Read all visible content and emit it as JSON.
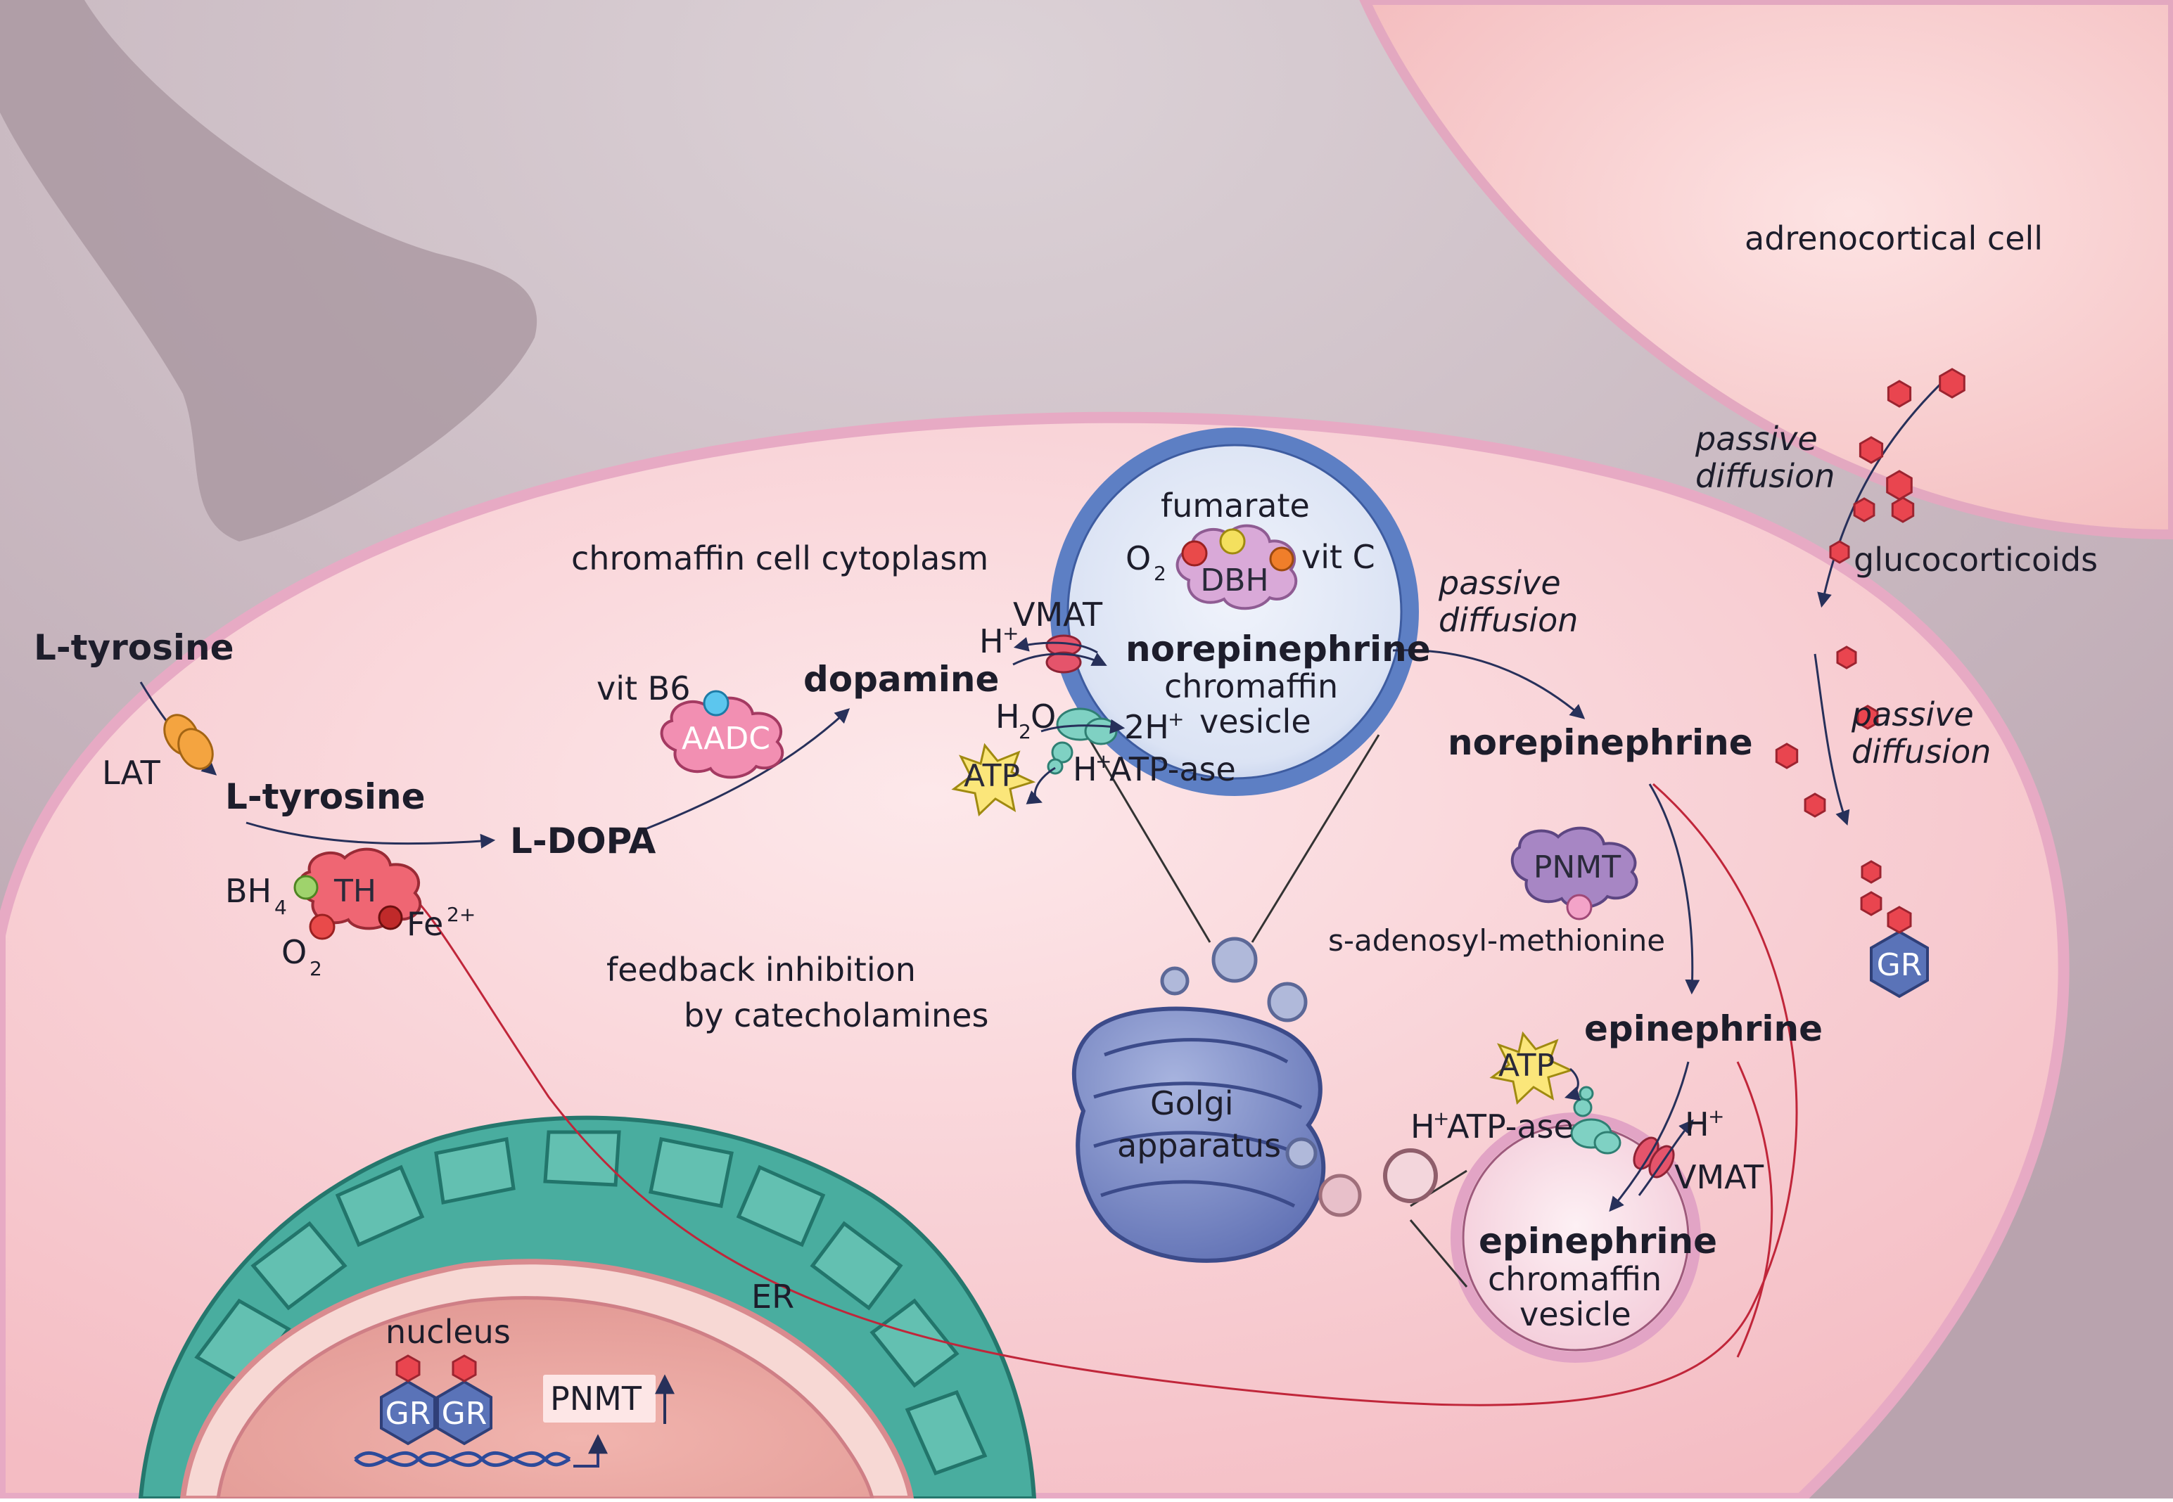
{
  "labels": {
    "adrenocortical_cell": "adrenocortical cell",
    "passive_diffusion_1a": "passive",
    "passive_diffusion_1b": "diffusion",
    "glucocorticoids": "glucocorticoids",
    "passive_diffusion_2a": "passive",
    "passive_diffusion_2b": "diffusion",
    "passive_diffusion_3a": "passive",
    "passive_diffusion_3b": "diffusion",
    "gr_cytoplasm": "GR",
    "chromaffin_cytoplasm": "chromaffin cell cytoplasm",
    "l_tyrosine_out": "L-tyrosine",
    "lat": "LAT",
    "l_tyrosine_in": "L-tyrosine",
    "l_dopa": "L-DOPA",
    "vit_b6": "vit B6",
    "aadc": "AADC",
    "dopamine": "dopamine",
    "th": "TH",
    "bh4": "BH",
    "bh4_sub": "4",
    "o2_th": "O",
    "o2_th_sub": "2",
    "fe2": "Fe",
    "fe2_sup": "2+",
    "feedback_1": "feedback inhibition",
    "feedback_2": "by catecholamines",
    "fumarate": "fumarate",
    "o2_dbh": "O",
    "o2_dbh_sub": "2",
    "dbh": "DBH",
    "vit_c": "vit C",
    "vmat_top": "VMAT",
    "h_plus_top": "H",
    "h_plus_sup": "+",
    "ne_vesicle_1": "norepinephrine",
    "ne_vesicle_2": "chromaffin",
    "ne_vesicle_3": "vesicle",
    "h2o": "H",
    "h2o_sub": "2",
    "h2o_o": "O",
    "two_h": "2H",
    "two_h_sup": "+",
    "atp_top": "ATP",
    "h_atpase_top_h": "H",
    "h_atpase_top_sup": "+",
    "h_atpase_top": "ATP-ase",
    "norepinephrine_cyto": "norepinephrine",
    "pnmt_enzyme": "PNMT",
    "sam": "s-adenosyl-methionine",
    "epinephrine_cyto": "epinephrine",
    "atp_bottom": "ATP",
    "h_atpase_bottom_h": "H",
    "h_atpase_bottom_sup": "+",
    "h_atpase_bottom": "ATP-ase",
    "h_plus_bottom": "H",
    "h_plus_bottom_sup": "+",
    "vmat_bottom": "VMAT",
    "epi_vesicle_1": "epinephrine",
    "epi_vesicle_2": "chromaffin",
    "epi_vesicle_3": "vesicle",
    "golgi_1": "Golgi",
    "golgi_2": "apparatus",
    "er": "ER",
    "nucleus": "nucleus",
    "gr_nuc_1": "GR",
    "gr_nuc_2": "GR",
    "pnmt_gene": "PNMT"
  },
  "colors": {
    "background": "#cdbcc4",
    "cell_fill": "#f6c9cd",
    "membrane": "#e4a2bd",
    "arrow": "#27305a",
    "inhibition": "#c0263a",
    "glucocorticoid": "#e9454f",
    "vesicle_blue": "#5d7fc4",
    "er_green": "#3ea497",
    "gr_blue": "#5a73b8"
  }
}
